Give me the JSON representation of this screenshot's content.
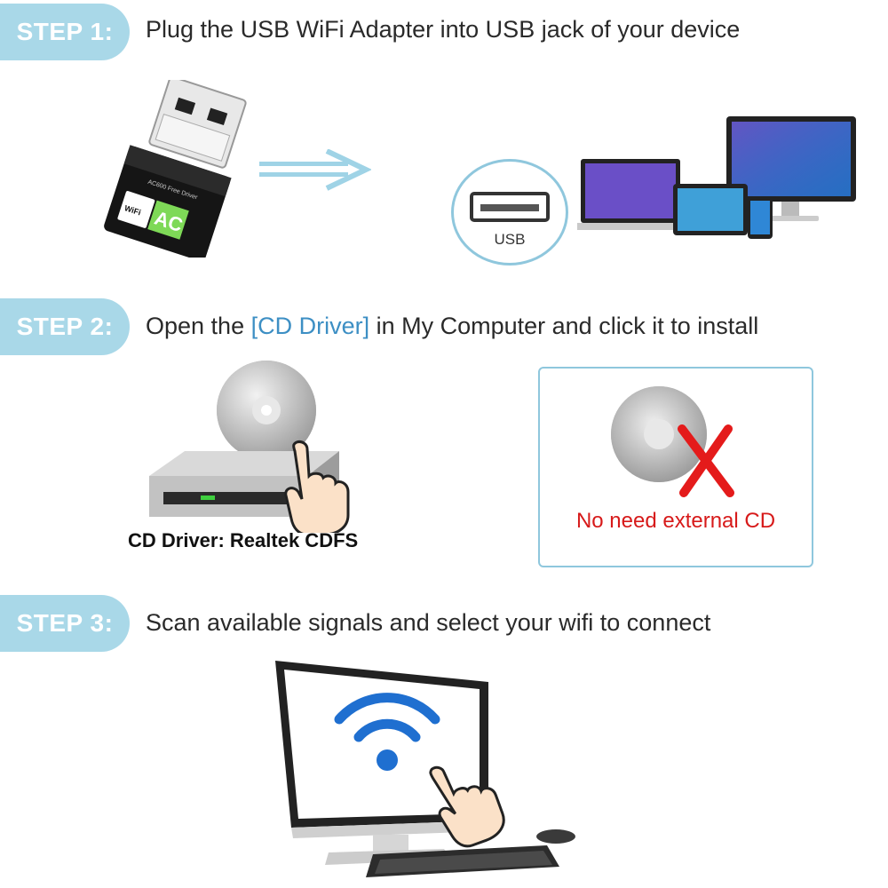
{
  "steps": [
    {
      "badge": "STEP 1:",
      "text": "Plug the USB WiFi Adapter into USB jack of your device"
    },
    {
      "badge": "STEP 2:",
      "text_before": "Open the ",
      "text_highlight": "[CD Driver]",
      "text_after": "  in My Computer and click it to install"
    },
    {
      "badge": "STEP 3:",
      "text": "Scan available signals and select your wifi to connect"
    }
  ],
  "usb_port_label": "USB",
  "cd_driver_caption": "CD Driver: Realtek CDFS",
  "no_cd_text": "No need external CD",
  "adapter": {
    "brand_text": "AC600 Free Driver",
    "badge": "AC",
    "wifi_badge": "WiFi"
  },
  "colors": {
    "badge_bg": "#a9d8e8",
    "highlight": "#3d8fc4",
    "warning_red": "#d71a1a",
    "led_green": "#3fcf3f"
  },
  "icons": [
    "usb-adapter-icon",
    "arrow-right-icon",
    "usb-port-icon",
    "laptop-icon",
    "monitor-icon",
    "tablet-icon",
    "phone-icon",
    "cd-disc-icon",
    "drive-icon",
    "hand-pointer-icon",
    "red-x-icon",
    "wifi-icon",
    "desktop-monitor-icon",
    "keyboard-icon",
    "mouse-icon"
  ]
}
